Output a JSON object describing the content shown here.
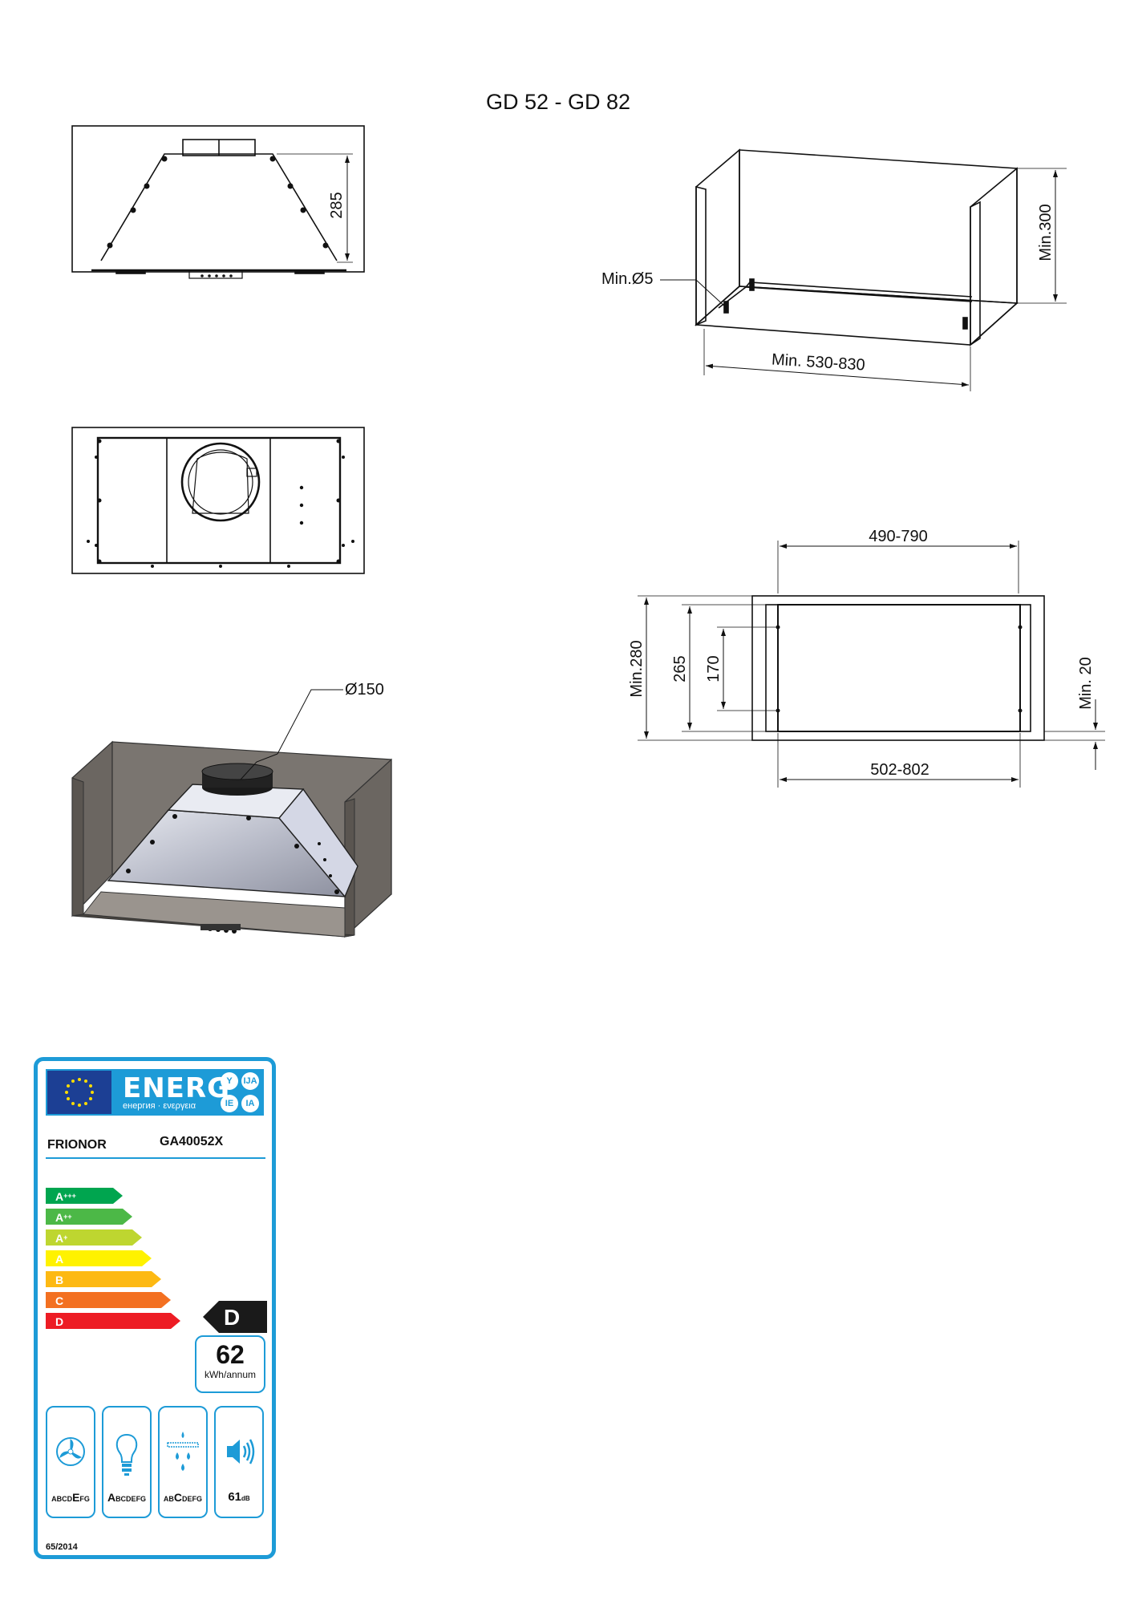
{
  "title": "GD 52 - GD 82",
  "dimensions": {
    "hood_height": "285",
    "min_hole_diameter": "Min.Ø5",
    "cabinet_min_height": "Min.300",
    "cabinet_width_range": "Min. 530-830",
    "duct_diameter": "Ø150",
    "cutout_width_top": "490-790",
    "cutout_width_bottom": "502-802",
    "cutout_min_depth": "Min.280",
    "cutout_depth": "265",
    "hole_spacing": "170",
    "min_offset": "Min. 20"
  },
  "energy_label": {
    "header": {
      "energ": "ENERG",
      "languages": "енергия · ενεργεια",
      "badges": [
        "Y",
        "IJA",
        "IE",
        "IA"
      ]
    },
    "brand": "FRIONOR",
    "model": "GA40052X",
    "classes": [
      {
        "letter": "A",
        "plus": "+++",
        "color": "#00a54f"
      },
      {
        "letter": "A",
        "plus": "++",
        "color": "#4cb847"
      },
      {
        "letter": "A",
        "plus": "+",
        "color": "#bed630"
      },
      {
        "letter": "A",
        "plus": "",
        "color": "#fff200"
      },
      {
        "letter": "B",
        "plus": "",
        "color": "#fdb913"
      },
      {
        "letter": "C",
        "plus": "",
        "color": "#f37021"
      },
      {
        "letter": "D",
        "plus": "",
        "color": "#ed1c24"
      }
    ],
    "current_class": "D",
    "annual_energy_value": "62",
    "annual_energy_unit": "kWh/annum",
    "fluid_dynamic_efficiency": {
      "icon": "fan-icon",
      "prefix": "ABCD",
      "selected": "E",
      "suffix": "FG"
    },
    "lighting_efficiency": {
      "icon": "bulb-icon",
      "prefix": "",
      "selected": "A",
      "suffix": "BCDEFG"
    },
    "grease_filtering": {
      "icon": "grease-filter-icon",
      "prefix": "AB",
      "selected": "C",
      "suffix": "DEFG"
    },
    "noise": {
      "icon": "speaker-icon",
      "value": "61",
      "unit": "dB"
    },
    "regulation": "65/2014"
  }
}
